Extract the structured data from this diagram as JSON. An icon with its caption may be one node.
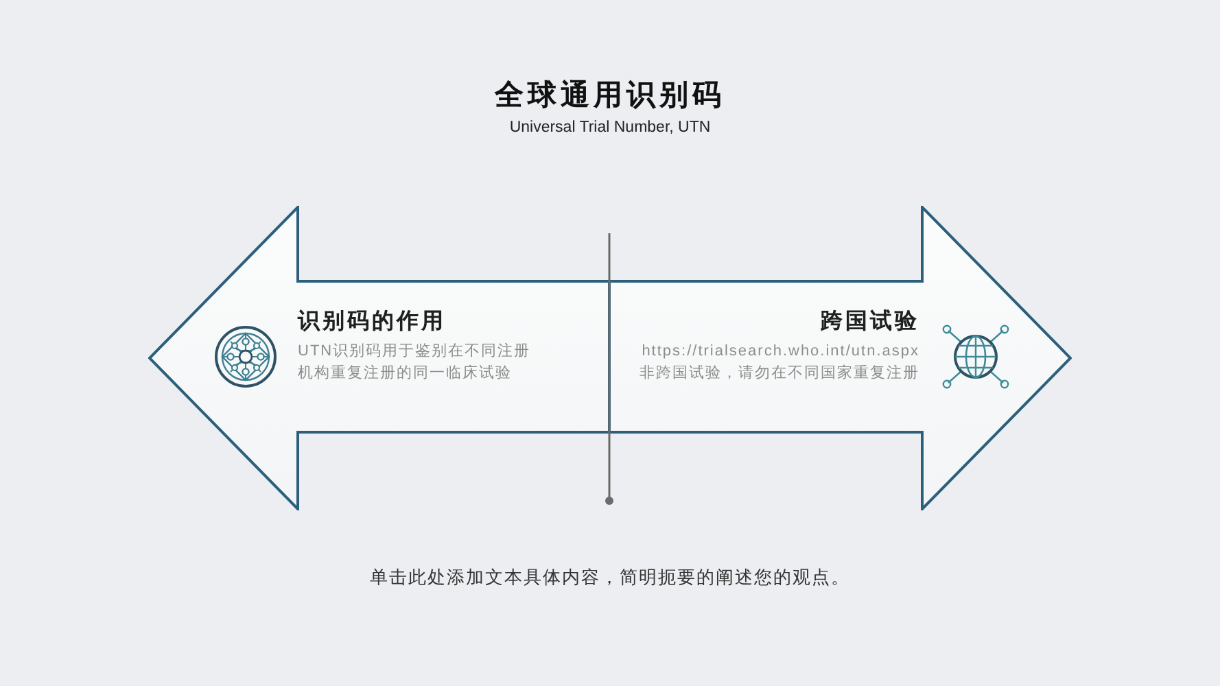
{
  "diagram": {
    "title": "全球通用识别码",
    "nodes": [
      {
        "text": [
          "识别码的作用",
          "UTN识别码用于鉴别在不同注册机构重复注册的同一临床试验"
        ]
      },
      {
        "text": [
          "跨国试验",
          "https://trialsearch.who.int/utn.aspx",
          "非跨国试验，请勿在不同国家重复注册"
        ]
      }
    ],
    "labels": [
      "Universal Trial Number, UTN"
    ],
    "caption": "单击此处添加文本具体内容，简明扼要的阐述您的观点。"
  }
}
